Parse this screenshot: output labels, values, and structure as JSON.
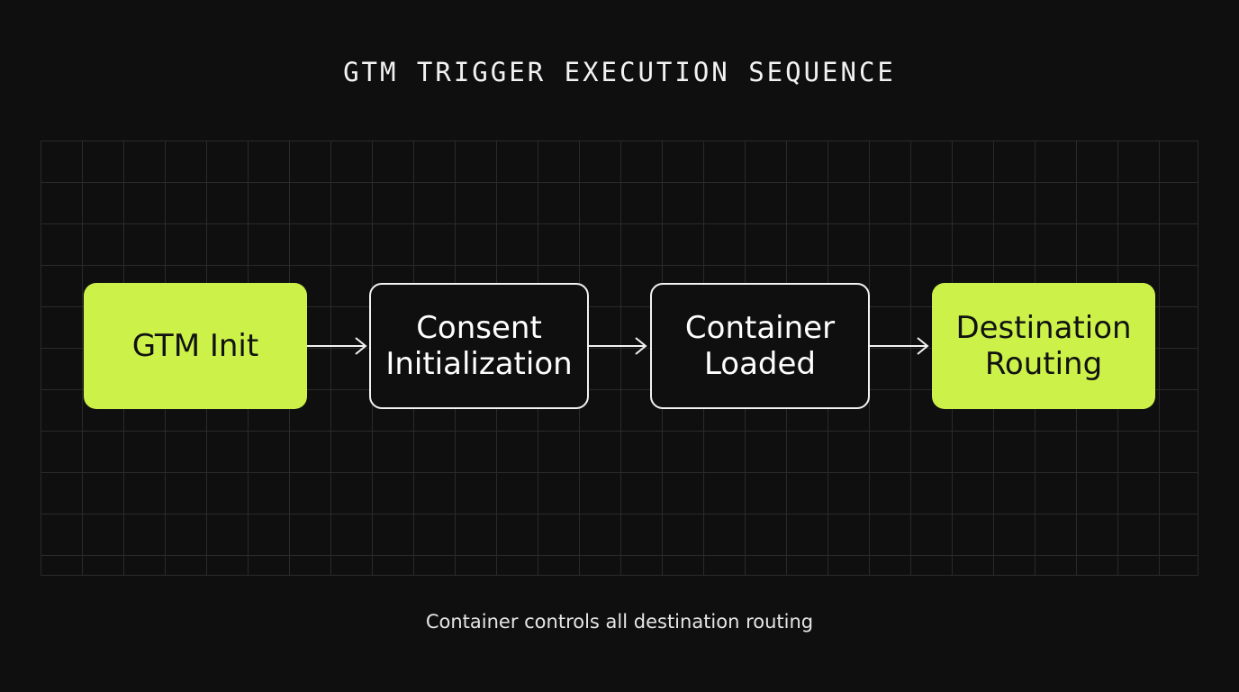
{
  "title": "GTM TRIGGER EXECUTION SEQUENCE",
  "nodes": [
    {
      "label": "GTM Init",
      "style": "accent"
    },
    {
      "label": "Consent\nInitialization",
      "style": "outline"
    },
    {
      "label": "Container\nLoaded",
      "style": "outline"
    },
    {
      "label": "Destination\nRouting",
      "style": "accent"
    }
  ],
  "caption": "Container controls all destination routing",
  "colors": {
    "background": "#0f0f0f",
    "accent": "#ccf24a",
    "outline": "#f2f2f2",
    "grid": "#2a2a2a"
  }
}
